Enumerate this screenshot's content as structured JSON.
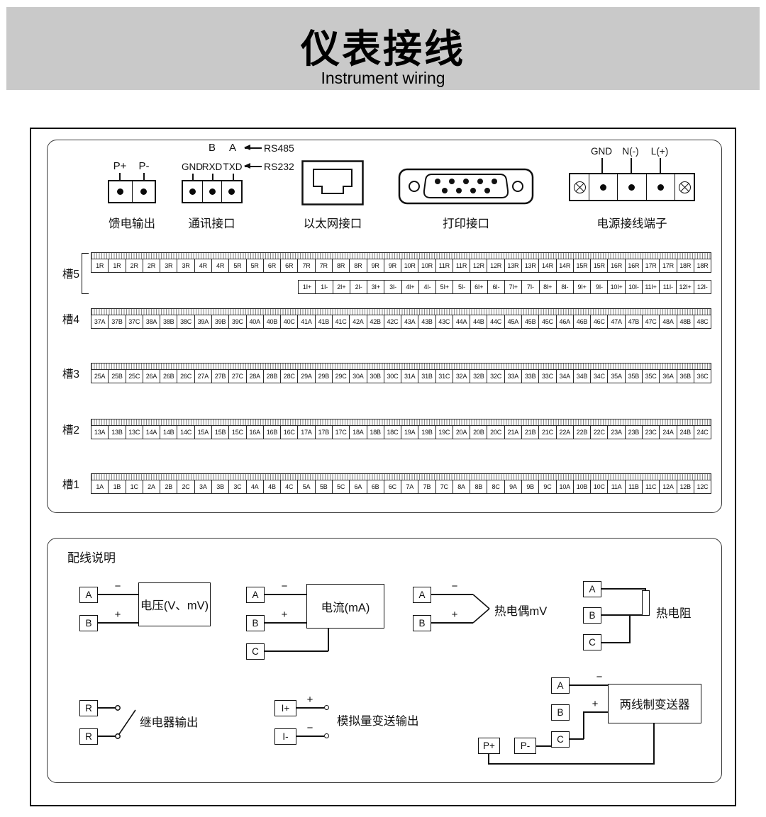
{
  "header": {
    "title": "仪表接线",
    "subtitle": "Instrument wiring"
  },
  "connectors": {
    "feed": {
      "label": "馈电输出",
      "pins": [
        "P+",
        "P-"
      ]
    },
    "comm": {
      "label": "通讯接口",
      "upper_pins": [
        "B",
        "A"
      ],
      "upper_tag": "RS485",
      "pins": [
        "GND",
        "RXD",
        "TXD"
      ],
      "lower_tag": "RS232"
    },
    "ethernet": {
      "label": "以太网接口"
    },
    "printer": {
      "label": "打印接口"
    },
    "power": {
      "label": "电源接线端子",
      "pins": [
        "GND",
        "N(-)",
        "L(+)"
      ]
    }
  },
  "slots": [
    {
      "name": "槽5",
      "rows": [
        [
          "1R",
          "1R",
          "2R",
          "2R",
          "3R",
          "3R",
          "4R",
          "4R",
          "5R",
          "5R",
          "6R",
          "6R",
          "7R",
          "7R",
          "8R",
          "8R",
          "9R",
          "9R",
          "10R",
          "10R",
          "11R",
          "11R",
          "12R",
          "12R",
          "13R",
          "13R",
          "14R",
          "14R",
          "15R",
          "15R",
          "16R",
          "16R",
          "17R",
          "17R",
          "18R",
          "18R"
        ],
        [
          "1I+",
          "1I-",
          "2I+",
          "2I-",
          "3I+",
          "3I-",
          "4I+",
          "4I-",
          "5I+",
          "5I-",
          "6I+",
          "6I-",
          "7I+",
          "7I-",
          "8I+",
          "8I-",
          "9I+",
          "9I-",
          "10I+",
          "10I-",
          "11I+",
          "11I-",
          "12I+",
          "12I-"
        ]
      ]
    },
    {
      "name": "槽4",
      "rows": [
        [
          "37A",
          "37B",
          "37C",
          "38A",
          "38B",
          "38C",
          "39A",
          "39B",
          "39C",
          "40A",
          "40B",
          "40C",
          "41A",
          "41B",
          "41C",
          "42A",
          "42B",
          "42C",
          "43A",
          "43B",
          "43C",
          "44A",
          "44B",
          "44C",
          "45A",
          "45B",
          "45C",
          "46A",
          "46B",
          "46C",
          "47A",
          "47B",
          "47C",
          "48A",
          "48B",
          "48C"
        ]
      ]
    },
    {
      "name": "槽3",
      "rows": [
        [
          "25A",
          "25B",
          "25C",
          "26A",
          "26B",
          "26C",
          "27A",
          "27B",
          "27C",
          "28A",
          "28B",
          "28C",
          "29A",
          "29B",
          "29C",
          "30A",
          "30B",
          "30C",
          "31A",
          "31B",
          "31C",
          "32A",
          "32B",
          "32C",
          "33A",
          "33B",
          "33C",
          "34A",
          "34B",
          "34C",
          "35A",
          "35B",
          "35C",
          "36A",
          "36B",
          "36C"
        ]
      ]
    },
    {
      "name": "槽2",
      "rows": [
        [
          "13A",
          "13B",
          "13C",
          "14A",
          "14B",
          "14C",
          "15A",
          "15B",
          "15C",
          "16A",
          "16B",
          "16C",
          "17A",
          "17B",
          "17C",
          "18A",
          "18B",
          "18C",
          "19A",
          "19B",
          "19C",
          "20A",
          "20B",
          "20C",
          "21A",
          "21B",
          "21C",
          "22A",
          "22B",
          "22C",
          "23A",
          "23B",
          "23C",
          "24A",
          "24B",
          "24C"
        ]
      ]
    },
    {
      "name": "槽1",
      "rows": [
        [
          "1A",
          "1B",
          "1C",
          "2A",
          "2B",
          "2C",
          "3A",
          "3B",
          "3C",
          "4A",
          "4B",
          "4C",
          "5A",
          "5B",
          "5C",
          "6A",
          "6B",
          "6C",
          "7A",
          "7B",
          "7C",
          "8A",
          "8B",
          "8C",
          "9A",
          "9B",
          "9C",
          "10A",
          "10B",
          "10C",
          "11A",
          "11B",
          "11C",
          "12A",
          "12B",
          "12C"
        ]
      ]
    }
  ],
  "wiring": {
    "title": "配线说明",
    "voltage": {
      "terminals": [
        "A",
        "B"
      ],
      "minus": "−",
      "plus": "+",
      "label": "电压(V、mV)"
    },
    "current": {
      "terminals": [
        "A",
        "B",
        "C"
      ],
      "minus": "−",
      "plus": "+",
      "label": "电流(mA)"
    },
    "thermocouple": {
      "terminals": [
        "A",
        "B"
      ],
      "minus": "−",
      "plus": "+",
      "label": "热电偶mV"
    },
    "rtd": {
      "terminals": [
        "A",
        "B",
        "C"
      ],
      "label": "热电阻"
    },
    "relay": {
      "terminals": [
        "R",
        "R"
      ],
      "label": "继电器输出"
    },
    "analog": {
      "terminals": [
        "I+",
        "I-"
      ],
      "plus": "+",
      "minus": "−",
      "label": "模拟量变送输出"
    },
    "transmitter": {
      "terminals": [
        "A",
        "B",
        "C"
      ],
      "power_pins": [
        "P+",
        "P-"
      ],
      "minus": "−",
      "plus": "+",
      "label": "两线制变送器"
    }
  }
}
